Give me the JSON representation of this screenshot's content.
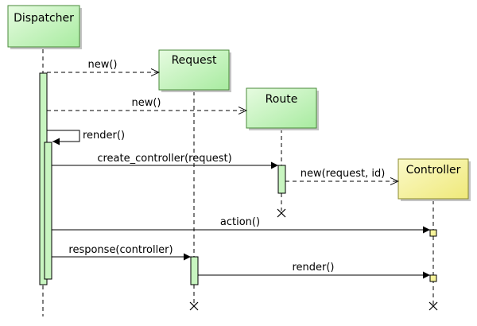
{
  "participants": {
    "dispatcher": {
      "name": "Dispatcher"
    },
    "request": {
      "name": "Request"
    },
    "route": {
      "name": "Route"
    },
    "controller": {
      "name": "Controller"
    }
  },
  "messages": {
    "m1": {
      "label": "new()"
    },
    "m2": {
      "label": "new()"
    },
    "m3": {
      "label": "render()"
    },
    "m4": {
      "label": "create_controller(request)"
    },
    "m5": {
      "label": "new(request, id)"
    },
    "m6": {
      "label": "action()"
    },
    "m7": {
      "label": "response(controller)"
    },
    "m8": {
      "label": "render()"
    }
  },
  "colors": {
    "green_fill": "#c8f5c0",
    "green_border": "#4a8a3a",
    "yellow_fill": "#f6f39a",
    "yellow_border": "#8a8a30",
    "shadow": "#c4c4c4",
    "line": "#000000"
  }
}
